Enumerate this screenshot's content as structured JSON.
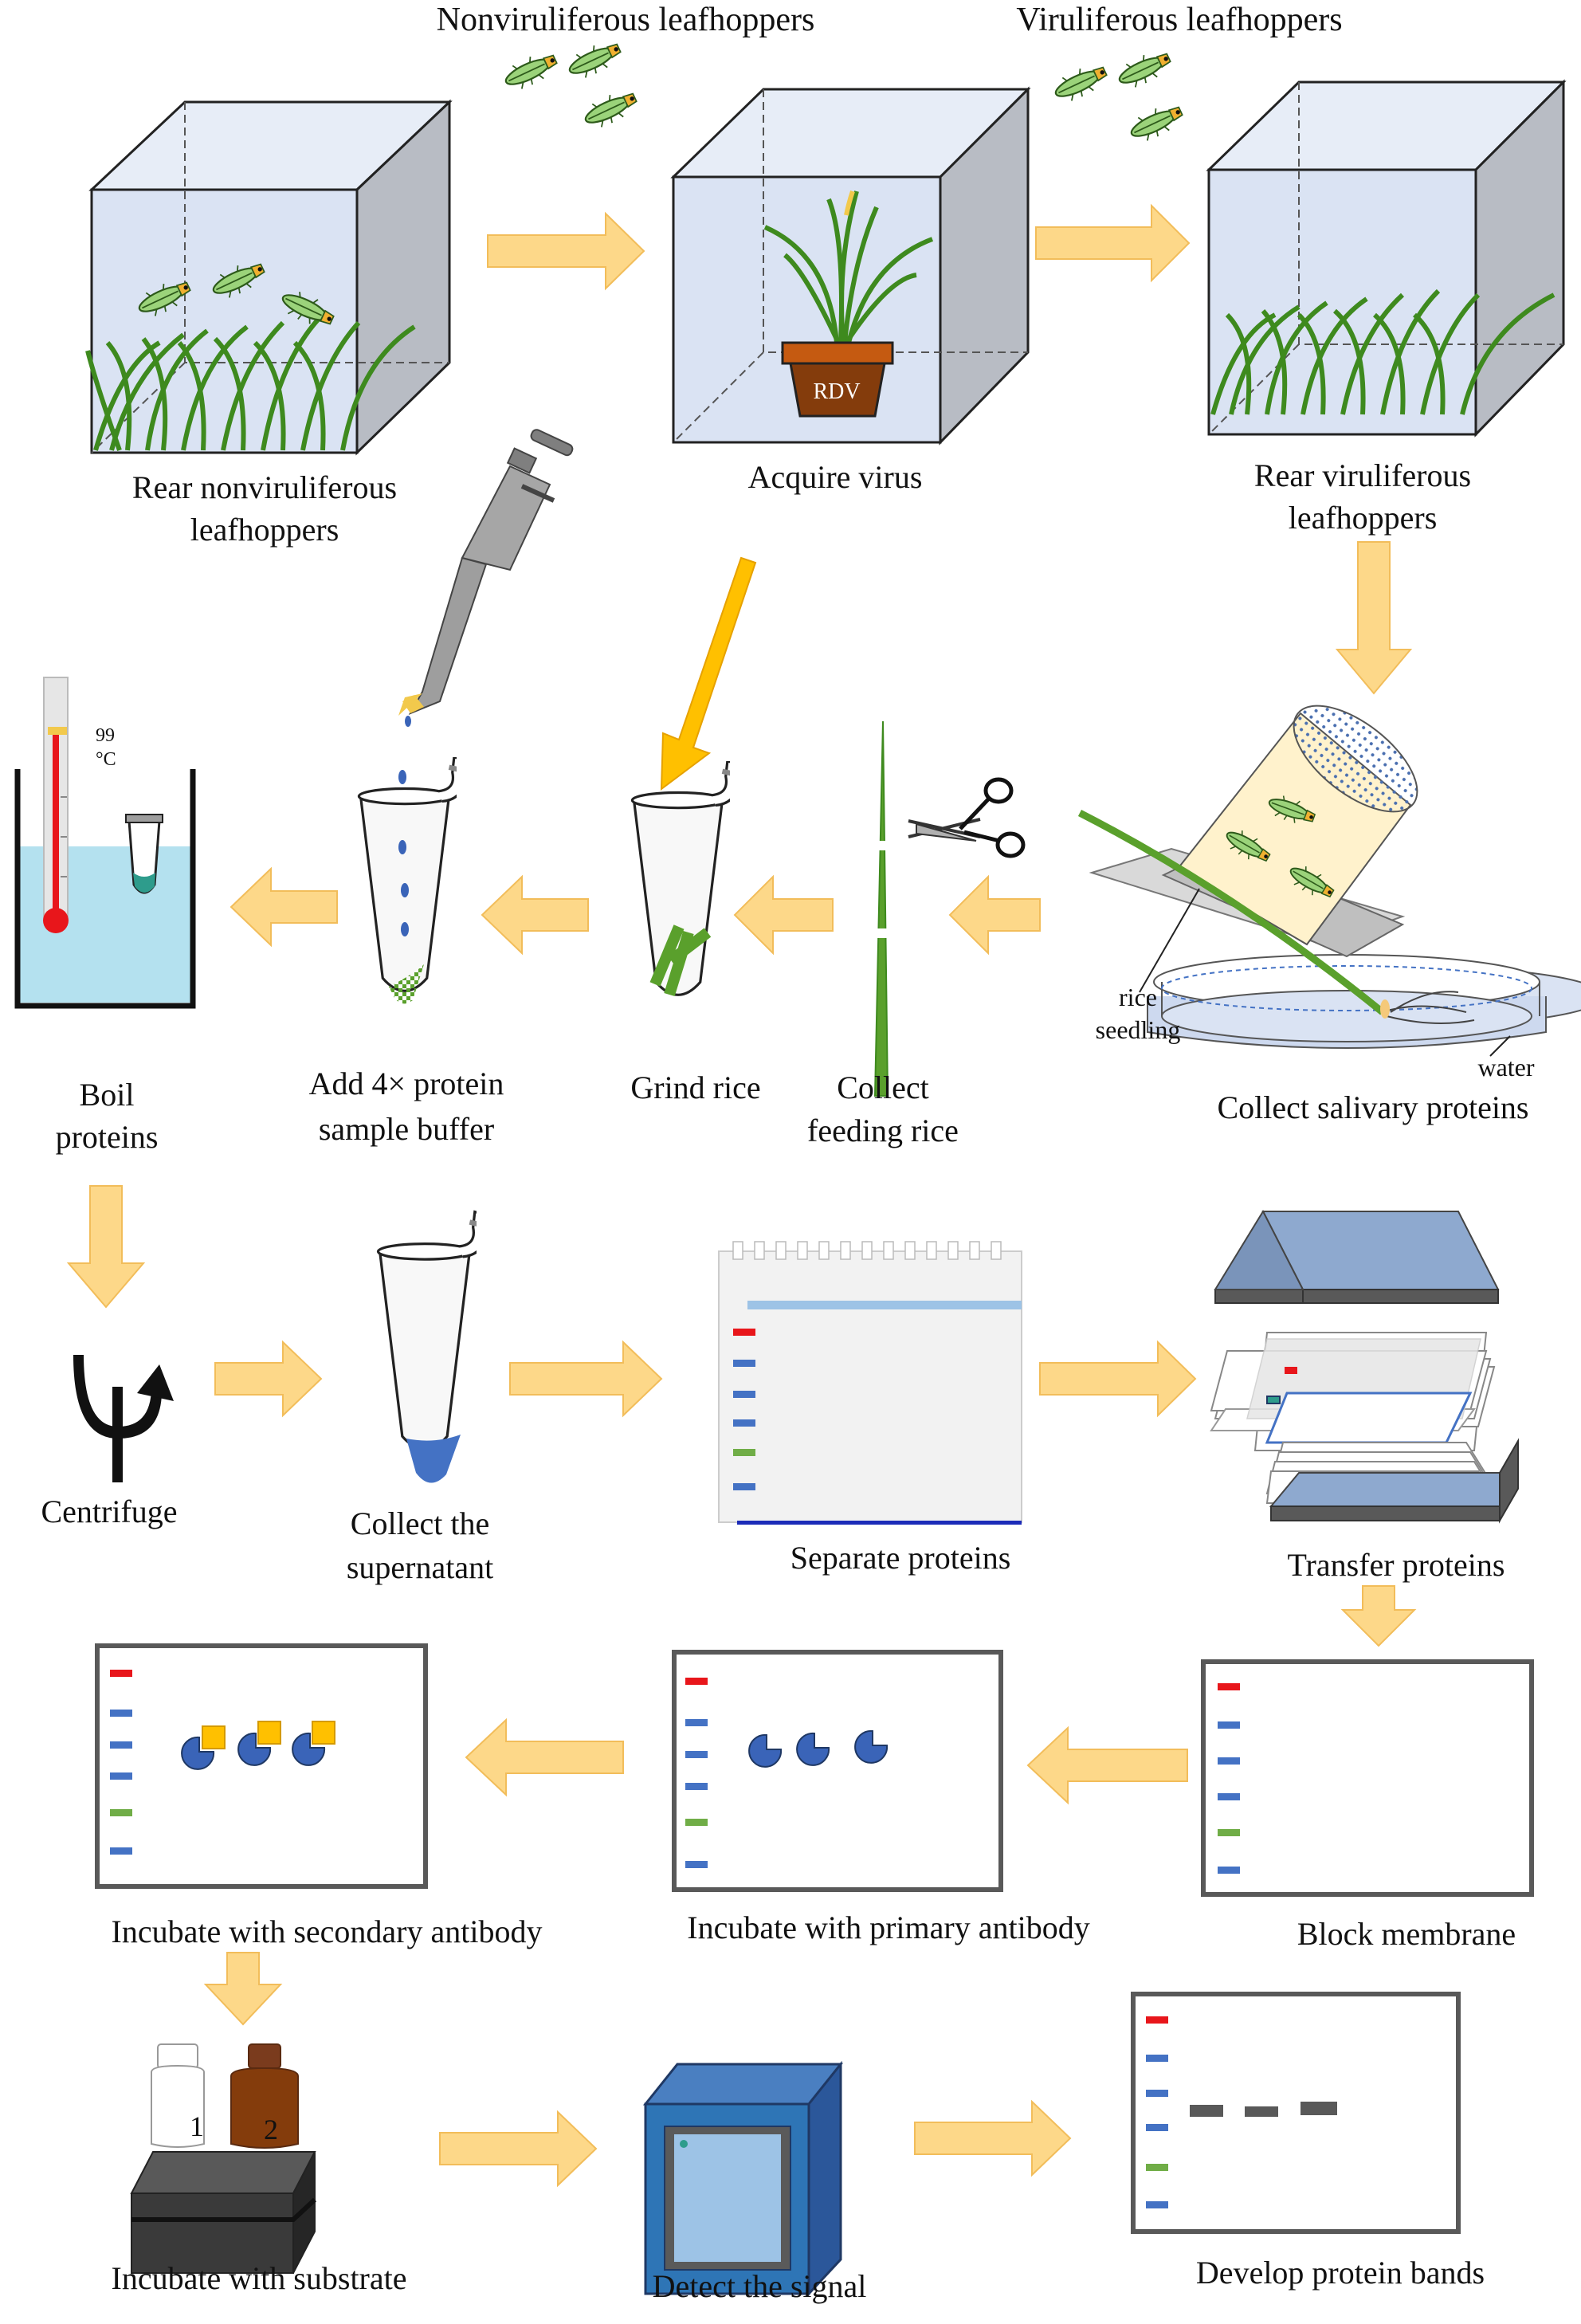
{
  "top_labels": {
    "nonviruliferous": "Nonviruliferous leafhoppers",
    "viruliferous": "Viruliferous leafhoppers"
  },
  "steps": {
    "rear_nonviruliferous": [
      "Rear nonviruliferous",
      "leafhoppers"
    ],
    "acquire_virus": [
      "Acquire virus"
    ],
    "rear_viruliferous": [
      "Rear viruliferous",
      "leafhoppers"
    ],
    "collect_salivary": [
      "Collect salivary proteins"
    ],
    "collect_feeding_rice": [
      "Collect",
      "feeding rice"
    ],
    "grind_rice": [
      "Grind rice"
    ],
    "add_buffer": [
      "Add 4× protein",
      "sample buffer"
    ],
    "boil": [
      "Boil",
      "proteins"
    ],
    "centrifuge": [
      "Centrifuge"
    ],
    "collect_supernatant": [
      "Collect the",
      "supernatant"
    ],
    "separate": [
      "Separate proteins"
    ],
    "transfer": [
      "Transfer proteins"
    ],
    "block": [
      "Block membrane"
    ],
    "primary": [
      "Incubate with primary antibody"
    ],
    "secondary": [
      "Incubate with secondary antibody"
    ],
    "substrate": [
      "Incubate with substrate"
    ],
    "detect": [
      "Detect the signal"
    ],
    "develop": [
      "Develop protein bands"
    ]
  },
  "annotations": {
    "pot": "RDV",
    "temperature_value": "99",
    "temperature_unit": "°C",
    "rice_seedling": [
      "rice",
      "seedling"
    ],
    "water": "water",
    "bottle_1": "1",
    "bottle_2": "2"
  },
  "colors": {
    "arrow": "#fdd889",
    "arrow_edge": "#f2bd5a",
    "marker_red": "#e8161b",
    "marker_blue": "#4472c4",
    "marker_green": "#70ad47",
    "antibody": "#3a64b8",
    "secondary": "#ffc000",
    "box_face": "#dae3f3",
    "grass": "#5aa02c"
  }
}
